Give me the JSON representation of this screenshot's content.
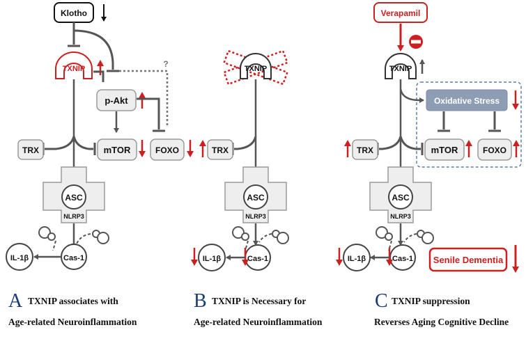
{
  "colors": {
    "line": "#555555",
    "red": "#cc1f1f",
    "box_fill": "#eeeeee",
    "box_stroke": "#9a9a9a",
    "stress_fill": "#8d9db3",
    "caption_letter": "#1b3a7a"
  },
  "panel_a": {
    "klotho": "Klotho",
    "txnip": "TXNIP",
    "pakt": "p-Akt",
    "question": "?",
    "trx": "TRX",
    "mtor": "mTOR",
    "foxo": "FOXO",
    "asc": "ASC",
    "nlrp3": "NLRP3",
    "il1b": "IL-1β",
    "cas1": "Cas-1",
    "caption_letter": "A",
    "caption_line1": "TXNIP  associates with",
    "caption_line2": "Age-related Neuroinflammation"
  },
  "panel_b": {
    "txnip": "TXNIP",
    "trx": "TRX",
    "asc": "ASC",
    "nlrp3": "NLRP3",
    "il1b": "IL-1β",
    "cas1": "Cas-1",
    "caption_letter": "B",
    "caption_line1": "TXNIP is Necessary for",
    "caption_line2": "Age-related Neuroinflammation"
  },
  "panel_c": {
    "verapamil": "Verapamil",
    "txnip": "TXNIP",
    "stress": "Oxidative Stress",
    "trx": "TRX",
    "mtor": "mTOR",
    "foxo": "FOXO",
    "asc": "ASC",
    "nlrp3": "NLRP3",
    "il1b": "IL-1β",
    "cas1": "Cas-1",
    "dementia": "Senile Dementia",
    "caption_letter": "C",
    "caption_line1": "TXNIP suppression",
    "caption_line2": "Reverses Aging Cognitive Decline"
  }
}
